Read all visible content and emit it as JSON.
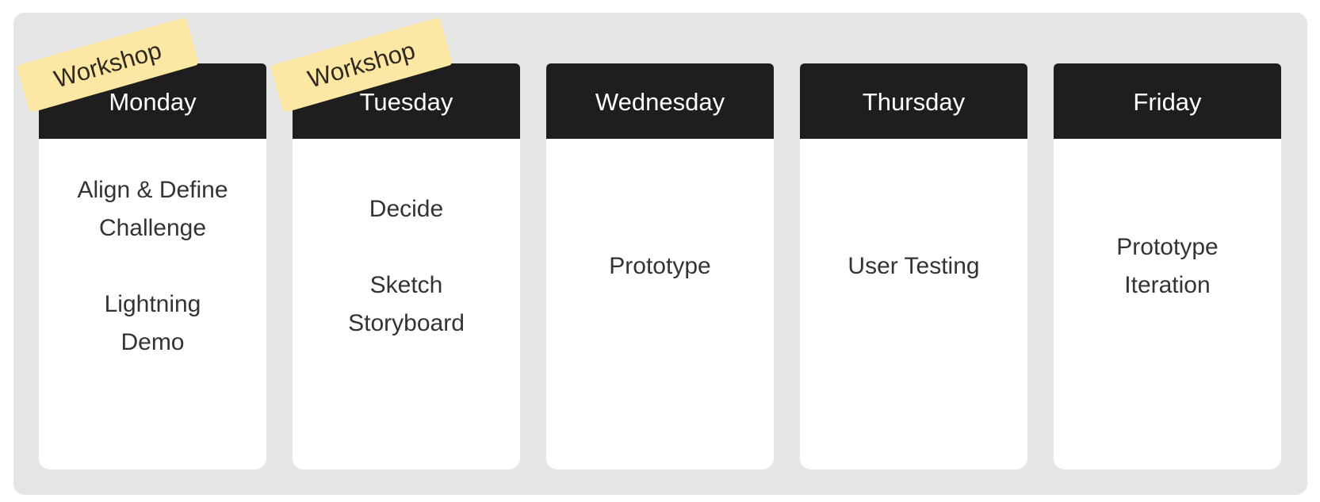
{
  "board": {
    "background_color": "#e5e5e5",
    "header_color": "#1e1e1e",
    "sticky_color": "#fde7a4",
    "columns": [
      {
        "day": "Monday",
        "content": "Align & Define\nChallenge\n\nLightning\nDemo",
        "tag": "Workshop"
      },
      {
        "day": "Tuesday",
        "content": "Decide\n\nSketch\nStoryboard",
        "tag": "Workshop"
      },
      {
        "day": "Wednesday",
        "content": "Prototype"
      },
      {
        "day": "Thursday",
        "content": "User Testing"
      },
      {
        "day": "Friday",
        "content": "Prototype\nIteration"
      }
    ]
  }
}
